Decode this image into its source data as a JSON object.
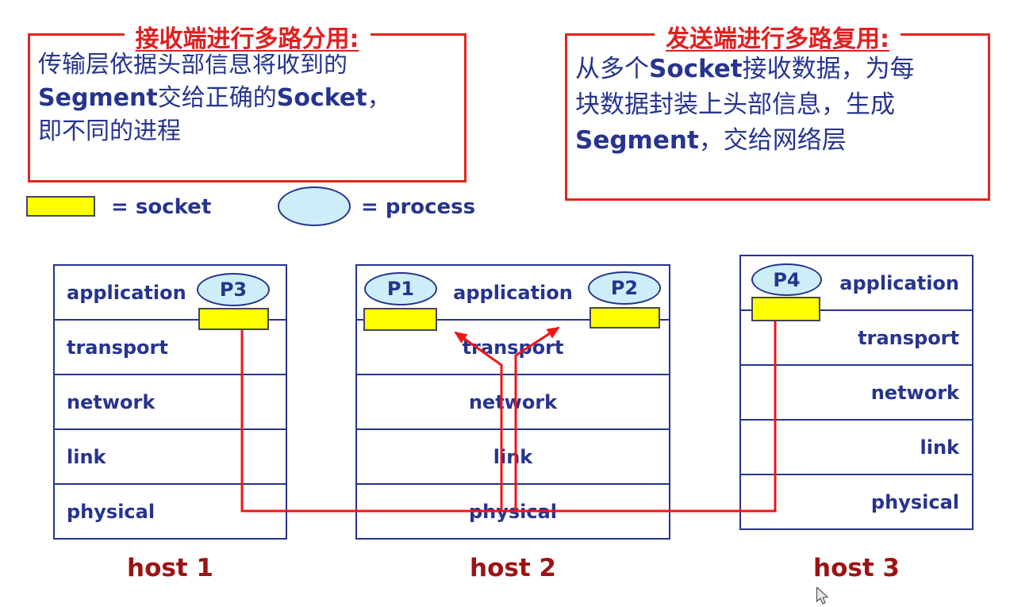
{
  "colors": {
    "note_border_red": "#e3251c",
    "title_red": "#e02020",
    "body_navy": "#26348f",
    "line_red": "#f21414",
    "host_label_dark_red": "#9c1313",
    "socket_yellow": "#ffff00",
    "process_light_blue": "#cdeef8"
  },
  "notes": {
    "left": {
      "title": "接收端进行多路分用:",
      "lines": [
        [
          {
            "t": "传输层依据头部信息将收到的",
            "b": false
          }
        ],
        [
          {
            "t": "Segment",
            "b": true
          },
          {
            "t": "交给正确的",
            "b": false
          },
          {
            "t": "Socket",
            "b": true
          },
          {
            "t": "，",
            "b": false
          }
        ],
        [
          {
            "t": "即不同的进程",
            "b": false
          }
        ]
      ]
    },
    "right": {
      "title": "发送端进行多路复用:",
      "lines": [
        [
          {
            "t": "从多个",
            "b": false
          },
          {
            "t": "Socket",
            "b": true
          },
          {
            "t": "接收数据，为每",
            "b": false
          }
        ],
        [
          {
            "t": "块数据封装上头部信息，生成",
            "b": false
          }
        ],
        [
          {
            "t": "Segment",
            "b": true
          },
          {
            "t": "，交给网络层",
            "b": false
          }
        ]
      ]
    }
  },
  "legend": {
    "socket_label": "= socket",
    "process_label": "= process"
  },
  "hosts": [
    {
      "name": "host 1",
      "layers": [
        "application",
        "transport",
        "network",
        "link",
        "physical"
      ],
      "processes": [
        {
          "id": "P3"
        }
      ]
    },
    {
      "name": "host 2",
      "layers": [
        "application",
        "transport",
        "network",
        "link",
        "physical"
      ],
      "processes": [
        {
          "id": "P1"
        },
        {
          "id": "P2"
        }
      ]
    },
    {
      "name": "host 3",
      "layers": [
        "application",
        "transport",
        "network",
        "link",
        "physical"
      ],
      "processes": [
        {
          "id": "P4"
        }
      ]
    }
  ]
}
